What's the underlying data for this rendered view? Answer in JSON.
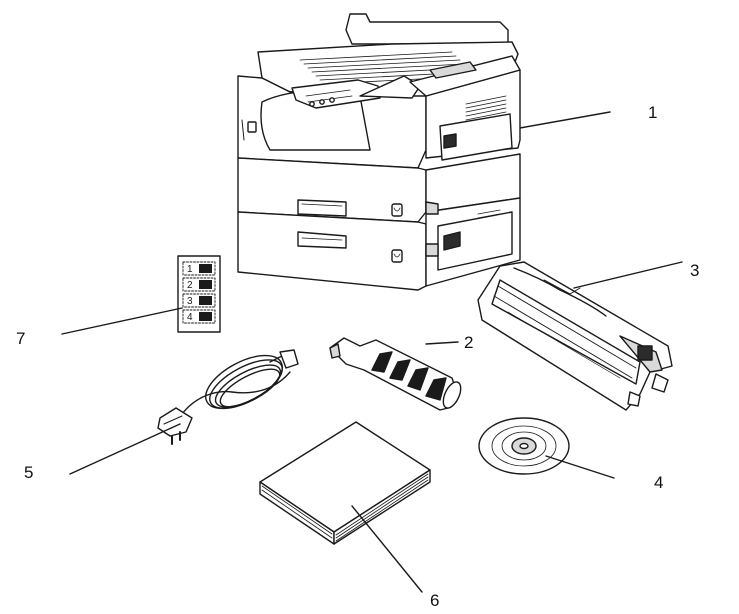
{
  "callouts": {
    "printer": "1",
    "toner": "2",
    "drum": "3",
    "cd": "4",
    "power_cord": "5",
    "manual": "6",
    "labels": "7"
  },
  "label_sheet": {
    "tray_numbers": [
      "1",
      "2",
      "3",
      "4"
    ]
  },
  "colors": {
    "line": "#1a1a1a",
    "fill": "#ffffff",
    "shade": "#d9d9d9",
    "dark": "#2b2b2b"
  }
}
